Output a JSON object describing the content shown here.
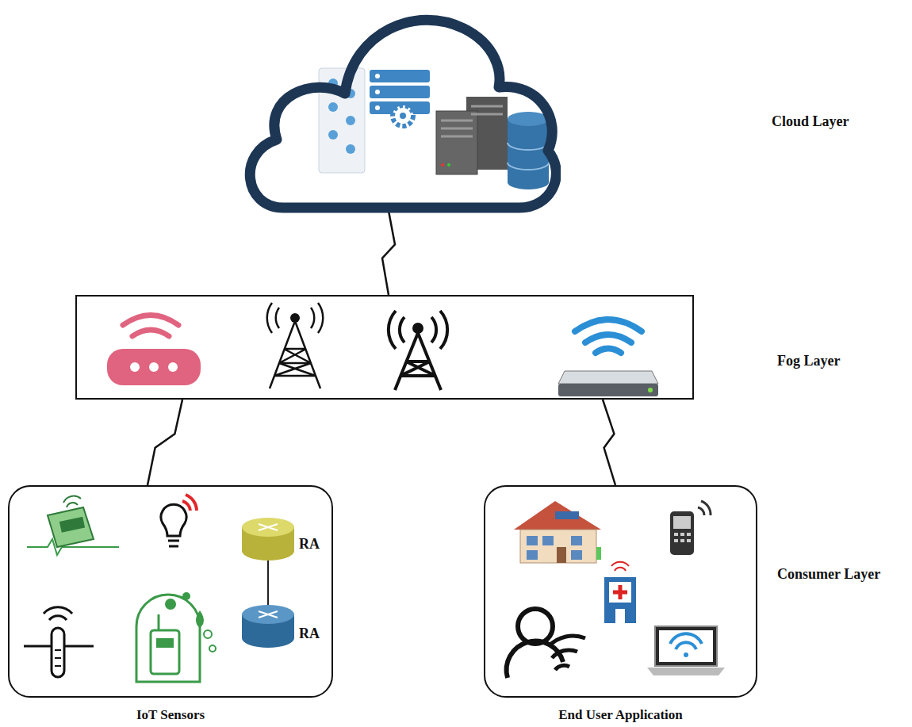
{
  "diagram": {
    "nodes": [
      {
        "text": [
          "Cloud Layer"
        ]
      },
      {
        "text": [
          "Fog Layer"
        ]
      },
      {
        "text": [
          "IoT Sensors"
        ]
      },
      {
        "text": [
          "End User Application"
        ]
      }
    ],
    "edges": [
      {
        "from": 0,
        "to": 1,
        "arrow": "none"
      },
      {
        "from": 1,
        "to": 2,
        "arrow": "none"
      },
      {
        "from": 1,
        "to": 3,
        "arrow": "none"
      }
    ],
    "labels": [
      "RA",
      "RA",
      "Consumer Layer"
    ]
  }
}
